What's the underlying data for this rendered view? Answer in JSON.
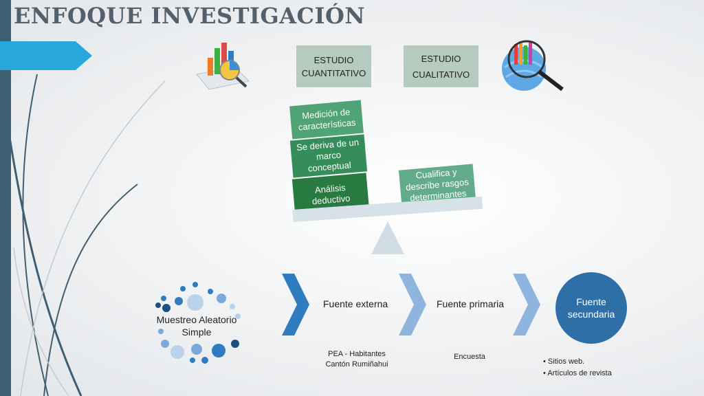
{
  "title": "ENFOQUE INVESTIGACIÓN",
  "study": {
    "quant": "ESTUDIO\nCUANTITATIVO",
    "qual": "ESTUDIO\nCUALITATIVO"
  },
  "seesaw": {
    "left_blocks": [
      "Medición de características",
      "Se deriva de un marco conceptual",
      "Análisis deductivo"
    ],
    "right_block": "Cualifica y describe rasgos determinantes"
  },
  "sampling": {
    "label": "Muestreo Aleatorio Simple"
  },
  "flow": {
    "step1": "Fuente externa",
    "step2": "Fuente primaria",
    "step3": "Fuente secundaria",
    "note1": "PEA - Habitantes Cantón Rumiñahui",
    "note2": "Encuesta",
    "bullets": [
      "Sitios web.",
      "Artículos de revista"
    ]
  },
  "colors": {
    "sidebar": "#3e5e72",
    "accent_arrow": "#29a8dd",
    "study_box": "#b5cbc0",
    "green_light": "#4fa374",
    "green_mid": "#358e5a",
    "green_dark": "#287a40",
    "green_right": "#63ab8a",
    "chevron_dark": "#2f7cc0",
    "chevron_light": "#8fb4dd",
    "circle": "#2f6fa8"
  },
  "icons": [
    "chart-icon",
    "globe-magnifier-icon"
  ]
}
